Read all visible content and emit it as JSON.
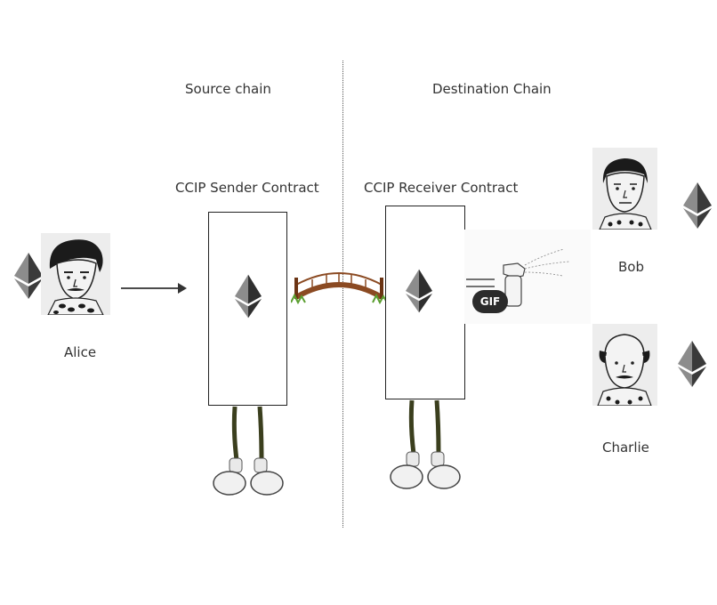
{
  "labels": {
    "source_chain": "Source chain",
    "destination_chain": "Destination Chain",
    "sender_contract": "CCIP Sender Contract",
    "receiver_contract": "CCIP Receiver Contract"
  },
  "people": {
    "alice": "Alice",
    "bob": "Bob",
    "charlie": "Charlie"
  },
  "gif_badge": "GIF",
  "icons": {
    "token": "ethereum-icon",
    "bridge": "bridge-icon",
    "arrow": "arrow-right-icon",
    "spray": "spray-bottle-icon"
  },
  "colors": {
    "eth_light": "#8c8c8c",
    "eth_dark": "#2f2f2f",
    "bridge_wood": "#8b4a22",
    "legs": "#3b3f1e"
  }
}
